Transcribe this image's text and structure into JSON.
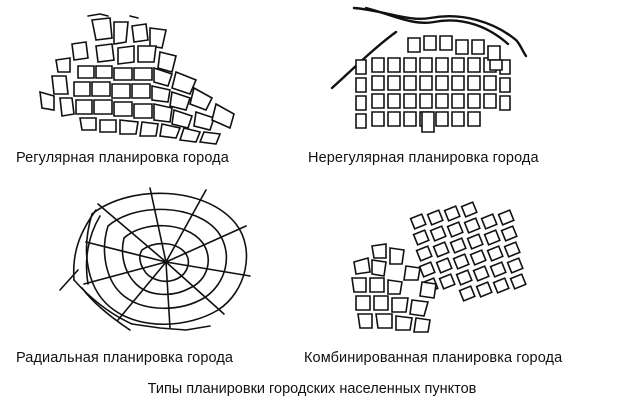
{
  "panels": {
    "regular": {
      "caption": "Регулярная планировка города"
    },
    "irregular": {
      "caption": "Нерегулярная планировка города"
    },
    "radial": {
      "caption": "Радиальная планировка города"
    },
    "combined": {
      "caption": "Комбинированная планировка города"
    }
  },
  "footer": {
    "caption": "Типы планировки городских населенных пунктов"
  },
  "colors": {
    "ink": "#111111",
    "paper": "#ffffff"
  }
}
